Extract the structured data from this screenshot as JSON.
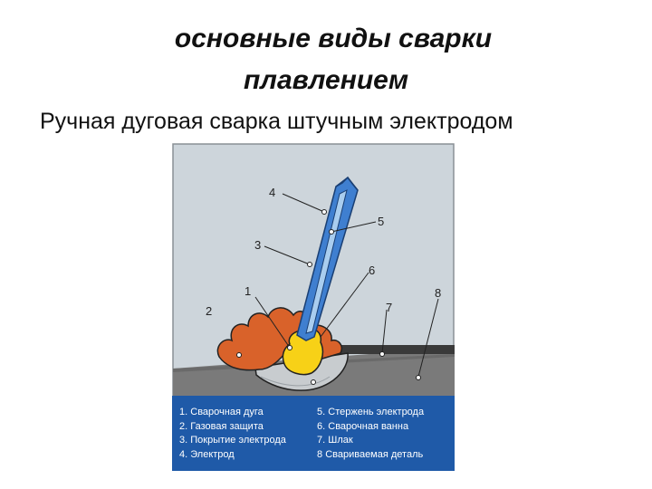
{
  "header": {
    "title_line1": "основные виды сварки",
    "title_line2": "плавлением",
    "subtitle": "Ручная дуговая сварка штучным электродом"
  },
  "diagram": {
    "callouts": [
      "1",
      "2",
      "3",
      "4",
      "5",
      "6",
      "7",
      "8"
    ],
    "colors": {
      "background": "#cdd5db",
      "workpiece": "#7a7a7a",
      "weld_pool": "#c8cccf",
      "slag": "#d9622a",
      "arc": "#f7d117",
      "electrode_coating": "#3f7fd0",
      "electrode_core": "#a9cdef",
      "legend": "#1f5aa8"
    }
  },
  "legend": {
    "left": [
      {
        "num": "1.",
        "text": "Сварочная дуга"
      },
      {
        "num": "2.",
        "text": "Газовая защита"
      },
      {
        "num": "3.",
        "text": "Покрытие электрода"
      },
      {
        "num": "4.",
        "text": "Электрод"
      }
    ],
    "right": [
      {
        "num": "5.",
        "text": "Стержень электрода"
      },
      {
        "num": "6.",
        "text": "Сварочная ванна"
      },
      {
        "num": "7.",
        "text": "Шлак"
      },
      {
        "num": "8",
        "text": "Свариваемая деталь"
      }
    ]
  }
}
